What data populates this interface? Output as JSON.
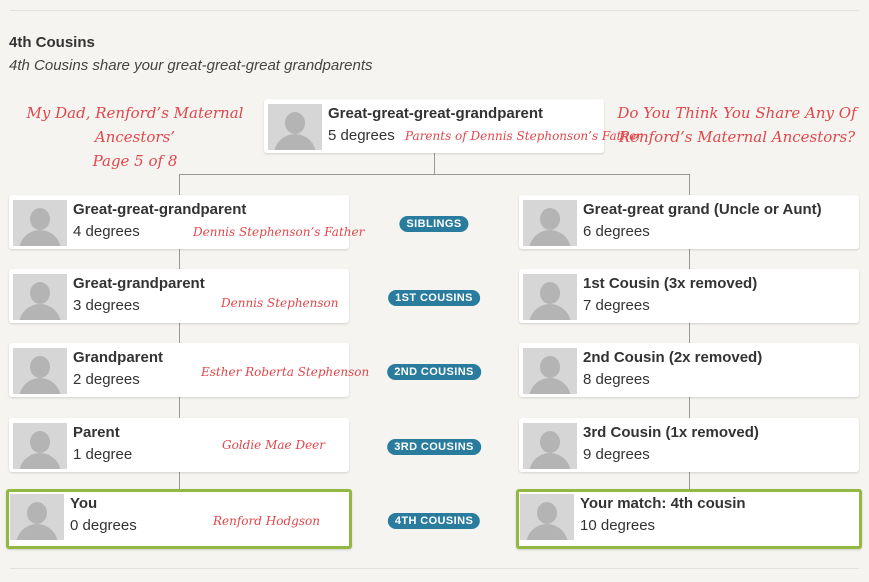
{
  "header": {
    "title": "4th Cousins",
    "subtitle": "4th Cousins share your great-great-great grandparents"
  },
  "notes": {
    "left_line1": "My Dad, Renford’s Maternal Ancestors’",
    "left_line2": "Page 5 of 8",
    "right_line1": "Do You Think You Share Any Of",
    "right_line2": "Renford’s Maternal Ancestors?"
  },
  "top_card": {
    "label": "Great-great-great-grandparent",
    "degrees": "5 degrees",
    "annotation": "Parents of Dennis Stephonson’s Father"
  },
  "left_cards": [
    {
      "label": "Great-great-grandparent",
      "degrees": "4 degrees",
      "annotation": "Dennis Stephenson’s Father"
    },
    {
      "label": "Great-grandparent",
      "degrees": "3 degrees",
      "annotation": "Dennis Stephenson"
    },
    {
      "label": "Grandparent",
      "degrees": "2 degrees",
      "annotation": "Esther Roberta Stephenson"
    },
    {
      "label": "Parent",
      "degrees": "1 degree",
      "annotation": "Goldie Mae Deer"
    },
    {
      "label": "You",
      "degrees": "0 degrees",
      "annotation": "Renford Hodgson"
    }
  ],
  "right_cards": [
    {
      "label": "Great-great grand (Uncle or Aunt)",
      "degrees": "6 degrees"
    },
    {
      "label": "1st Cousin (3x removed)",
      "degrees": "7 degrees"
    },
    {
      "label": "2nd Cousin (2x removed)",
      "degrees": "8 degrees"
    },
    {
      "label": "3rd Cousin (1x removed)",
      "degrees": "9 degrees"
    },
    {
      "label": "Your match: 4th cousin",
      "degrees": "10 degrees"
    }
  ],
  "pills": [
    "SIBLINGS",
    "1ST COUSINS",
    "2ND COUSINS",
    "3RD COUSINS",
    "4TH COUSINS"
  ],
  "colors": {
    "accent_pill": "#2a7c9e",
    "highlight_border": "#93b842",
    "annotation_red": "#e0474c"
  }
}
